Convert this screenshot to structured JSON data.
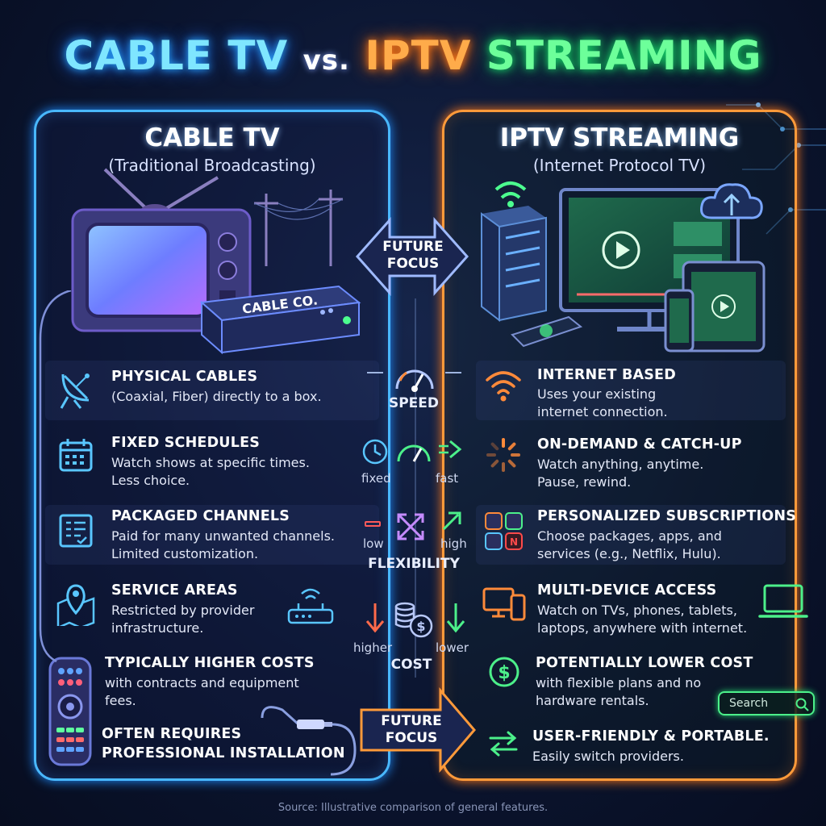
{
  "title": {
    "part1": "CABLE TV",
    "vs": "vs.",
    "part2": "IPTV",
    "part3": "STREAMING"
  },
  "cable": {
    "title": "CABLE TV",
    "subtitle": "(Traditional Broadcasting)",
    "box_label": "CABLE CO.",
    "features": [
      {
        "head": "PHYSICAL CABLES",
        "desc": [
          "(Coaxial, Fiber) directly to a box."
        ],
        "icon": "satellite-dish-icon"
      },
      {
        "head": "FIXED SCHEDULES",
        "desc": [
          "Watch shows at specific times.",
          "Less choice."
        ],
        "icon": "calendar-icon"
      },
      {
        "head": "PACKAGED CHANNELS",
        "desc": [
          "Paid for many unwanted channels.",
          "Limited customization."
        ],
        "icon": "channel-guide-icon"
      },
      {
        "head": "SERVICE AREAS",
        "desc": [
          "Restricted by provider",
          "infrastructure."
        ],
        "icon": "map-pin-icon"
      },
      {
        "head": "TYPICALLY HIGHER COSTS",
        "desc": [
          "with contracts and equipment",
          "fees."
        ],
        "icon": "remote-icon"
      },
      {
        "head": "OFTEN REQUIRES",
        "desc": [
          "PROFESSIONAL INSTALLATION"
        ],
        "icon": ""
      }
    ]
  },
  "iptv": {
    "title": "IPTV STREAMING",
    "subtitle": "(Internet Protocol TV)",
    "features": [
      {
        "head": "INTERNET BASED",
        "desc": [
          "Uses your existing",
          "internet connection."
        ],
        "icon": "wifi-icon"
      },
      {
        "head": "ON-DEMAND & CATCH-UP",
        "desc": [
          "Watch anything, anytime.",
          "Pause, rewind."
        ],
        "icon": "loading-icon"
      },
      {
        "head": "PERSONALIZED SUBSCRIPTIONS",
        "desc": [
          "Choose packages, apps, and",
          "services (e.g., Netflix, Hulu)."
        ],
        "icon": "apps-icon"
      },
      {
        "head": "MULTI-DEVICE ACCESS",
        "desc": [
          "Watch on TVs, phones, tablets,",
          "laptops, anywhere with internet."
        ],
        "icon": "devices-icon"
      },
      {
        "head": "POTENTIALLY LOWER COST",
        "desc": [
          "with flexible plans and no",
          "hardware rentals."
        ],
        "icon": "dollar-icon"
      },
      {
        "head": "USER-FRIENDLY & PORTABLE.",
        "desc": [
          "Easily switch providers."
        ],
        "icon": "swap-icon"
      }
    ]
  },
  "middle": {
    "future_focus_1": [
      "FUTURE",
      "FOCUS"
    ],
    "future_focus_2": [
      "FUTURE",
      "FOCUS"
    ],
    "speed": "SPEED",
    "fixed": "fixed",
    "fast": "fast",
    "low": "low",
    "high": "high",
    "flexibility": "FLEXIBILITY",
    "higher": "higher",
    "lower": "lower",
    "cost": "COST"
  },
  "search": {
    "label": "Search"
  },
  "source": "Source: Illustrative comparison of general features.",
  "colors": {
    "cable": "#49b8ff",
    "iptv": "#ff9a3a",
    "green": "#4cf08a"
  }
}
